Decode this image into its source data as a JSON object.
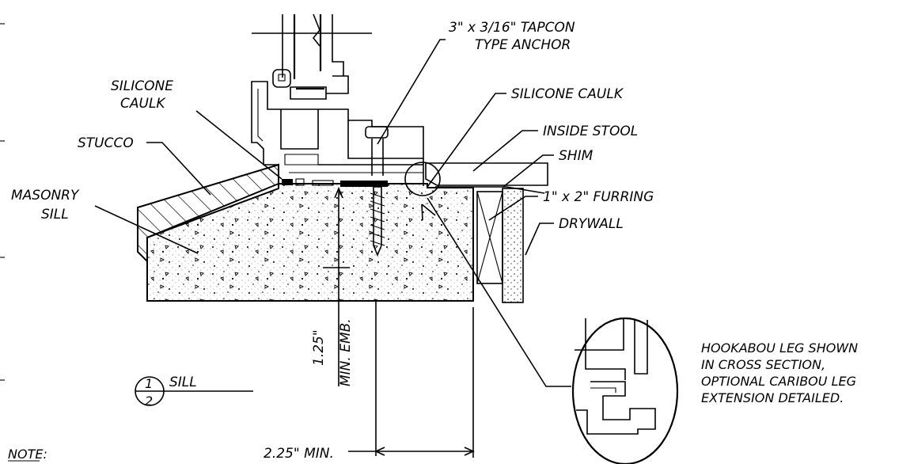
{
  "labels": {
    "tapcon_line1": "3\" x 3/16\" TAPCON",
    "tapcon_line2": "TYPE ANCHOR",
    "silicone_caulk_left_1": "SILICONE",
    "silicone_caulk_left_2": "CAULK",
    "silicone_caulk_right": "SILICONE CAULK",
    "stucco": "STUCCO",
    "inside_stool": "INSIDE STOOL",
    "shim": "SHIM",
    "masonry_1": "MASONRY",
    "masonry_2": "SILL",
    "furring": "1\" x 2\" FURRING",
    "drywall": "DRYWALL",
    "detail_note_1": "HOOKABOU LEG SHOWN",
    "detail_note_2": "IN CROSS SECTION,",
    "detail_note_3": "OPTIONAL CARIBOU LEG",
    "detail_note_4": "EXTENSION DETAILED.",
    "embed_dim_1": "1.25\"",
    "embed_dim_2": "MIN. EMB.",
    "edge_dim": "2.25\" MIN.",
    "section_title": "SILL",
    "section_num_top": "1",
    "section_num_bottom": "2",
    "note": "NOTE:"
  },
  "colors": {
    "ink": "#000000",
    "paper": "#ffffff"
  }
}
